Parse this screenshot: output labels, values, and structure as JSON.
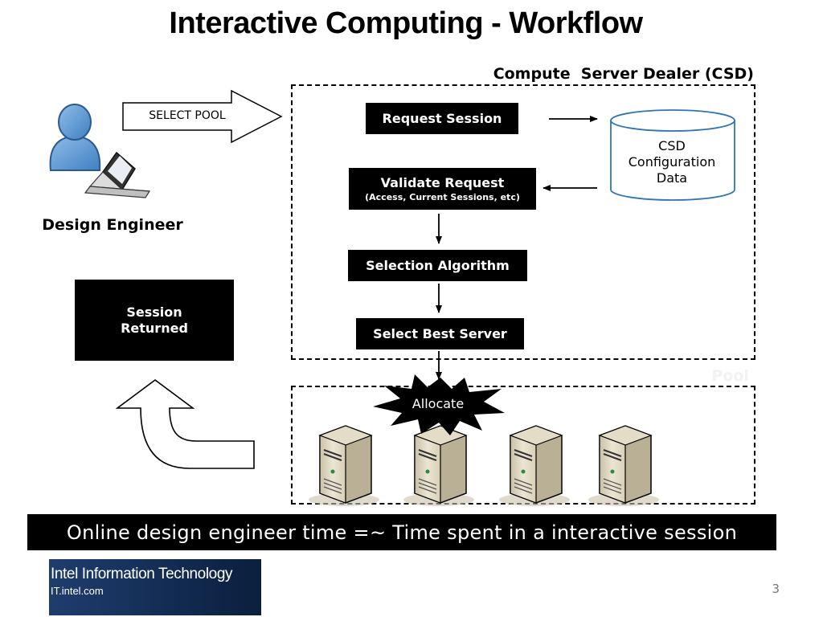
{
  "title": "Interactive Computing - Workflow",
  "csd": {
    "label": "Compute  Server Dealer (CSD)",
    "steps": {
      "request": "Request Session",
      "validate": "Validate Request",
      "validate_sub": "(Access, Current Sessions, etc)",
      "selection": "Selection Algorithm",
      "best": "Select Best Server"
    },
    "config_data": "CSD\nConfiguration\nData"
  },
  "pool": {
    "label": "Pool",
    "allocate": "Allocate",
    "server_count": 4
  },
  "engineer": {
    "label": "Design Engineer",
    "select_pool": "SELECT POOL"
  },
  "session_returned": "Session\nReturned",
  "banner": "Online design engineer time =~ Time spent in a interactive session",
  "logo": {
    "title": "Intel Information Technology",
    "url": "IT.intel.com"
  },
  "page_number": "3",
  "colors": {
    "person_blue": "#5b9bd5",
    "cylinder_border": "#2e75b6",
    "server_beige": "#ddd5bd",
    "logo_blue": "#16325e"
  },
  "icons": [
    "person-icon",
    "laptop-icon",
    "server-icon",
    "database-cylinder-icon",
    "burst-shape",
    "return-arrow-icon"
  ]
}
